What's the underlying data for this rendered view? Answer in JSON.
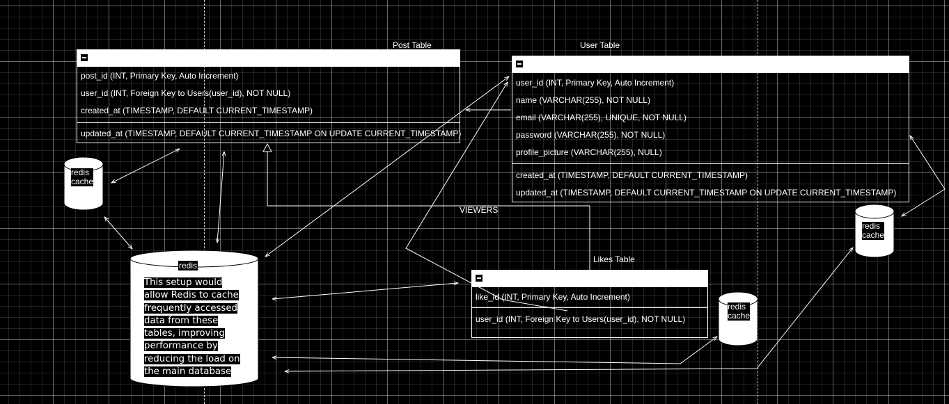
{
  "post_table": {
    "label": "Post Table",
    "fields": [
      "post_id (INT, Primary Key, Auto Increment)",
      "user_id (INT, Foreign Key to Users(user_id), NOT NULL)",
      "created_at (TIMESTAMP, DEFAULT CURRENT_TIMESTAMP)"
    ],
    "footer_fields": [
      "updated_at (TIMESTAMP, DEFAULT CURRENT_TIMESTAMP ON UPDATE CURRENT_TIMESTAMP)"
    ]
  },
  "user_table": {
    "label": "User Table",
    "fields": [
      "user_id (INT, Primary Key, Auto Increment)",
      "name (VARCHAR(255), NOT NULL)",
      "email (VARCHAR(255), UNIQUE, NOT NULL)",
      "password (VARCHAR(255), NOT NULL)",
      "profile_picture (VARCHAR(255), NULL)"
    ],
    "footer_fields": [
      "created_at (TIMESTAMP, DEFAULT CURRENT_TIMESTAMP)",
      "updated_at (TIMESTAMP, DEFAULT CURRENT_TIMESTAMP ON UPDATE CURRENT_TIMESTAMP)"
    ]
  },
  "likes_table": {
    "label": "Likes Table",
    "fields": [
      "like_id (INT, Primary Key, Auto Increment)"
    ],
    "footer_fields": [
      "user_id (INT, Foreign Key to Users(user_id), NOT NULL)"
    ]
  },
  "viewers_label": "VIEWERS",
  "caches": {
    "post_cache": "redis\ncache",
    "user_cache": "redis\ncache",
    "likes_cache": "redis\ncache"
  },
  "redis_main": {
    "title": "redis",
    "description": "This setup would allow Redis to cache frequently accessed data from these tables, improving performance by reducing the load on the main database"
  },
  "colors": {
    "background": "#000000",
    "lines": "#ffffff",
    "grid": "#5a5a5a"
  }
}
